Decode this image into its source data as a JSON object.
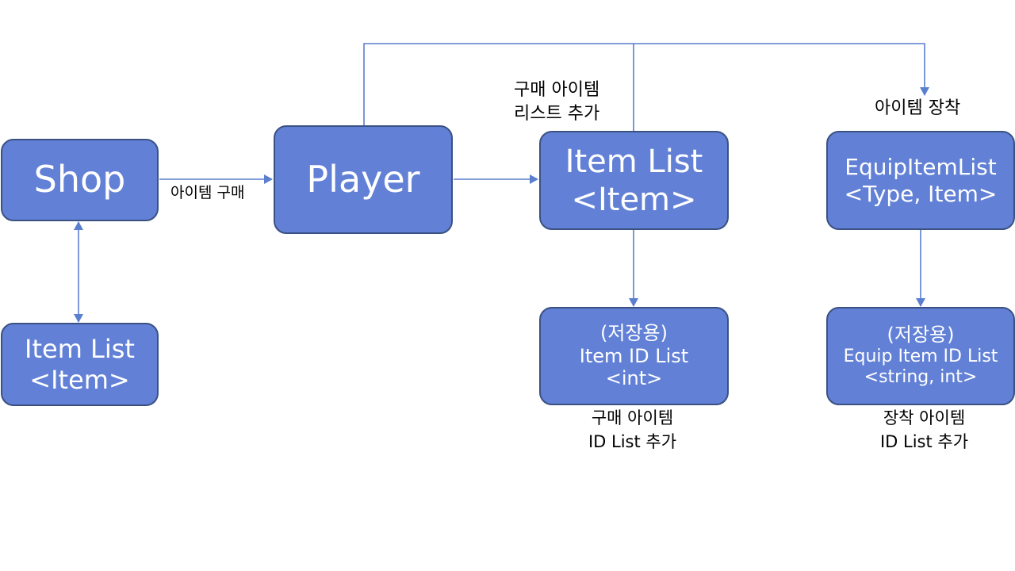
{
  "colors": {
    "node_fill": "#6281d6",
    "node_border": "#3a5182",
    "connector": "#5b7fcf",
    "label_text": "#000000"
  },
  "nodes": {
    "shop": {
      "text": "Shop"
    },
    "shop_item_list": {
      "line1": "Item List",
      "line2": "<Item>"
    },
    "player": {
      "text": "Player"
    },
    "player_item_list": {
      "line1": "Item List",
      "line2": "<Item>"
    },
    "equip_item_list": {
      "line1": "EquipItemList",
      "line2": "<Type, Item>"
    },
    "item_id_list": {
      "line1": "(저장용)",
      "line2": "Item ID List",
      "line3": "<int>"
    },
    "equip_item_id_list": {
      "line1": "(저장용)",
      "line2": "Equip Item ID List",
      "line3": "<string, int>"
    }
  },
  "labels": {
    "buy_item": "아이템 구매",
    "add_buy_list": {
      "line1": "구매 아이템",
      "line2": "리스트 추가"
    },
    "equip_item": "아이템 장착",
    "add_buy_id_list": {
      "line1": "구매 아이템",
      "line2": "ID List 추가"
    },
    "add_equip_id_list": {
      "line1": "장착 아이템",
      "line2": "ID List 추가"
    }
  }
}
